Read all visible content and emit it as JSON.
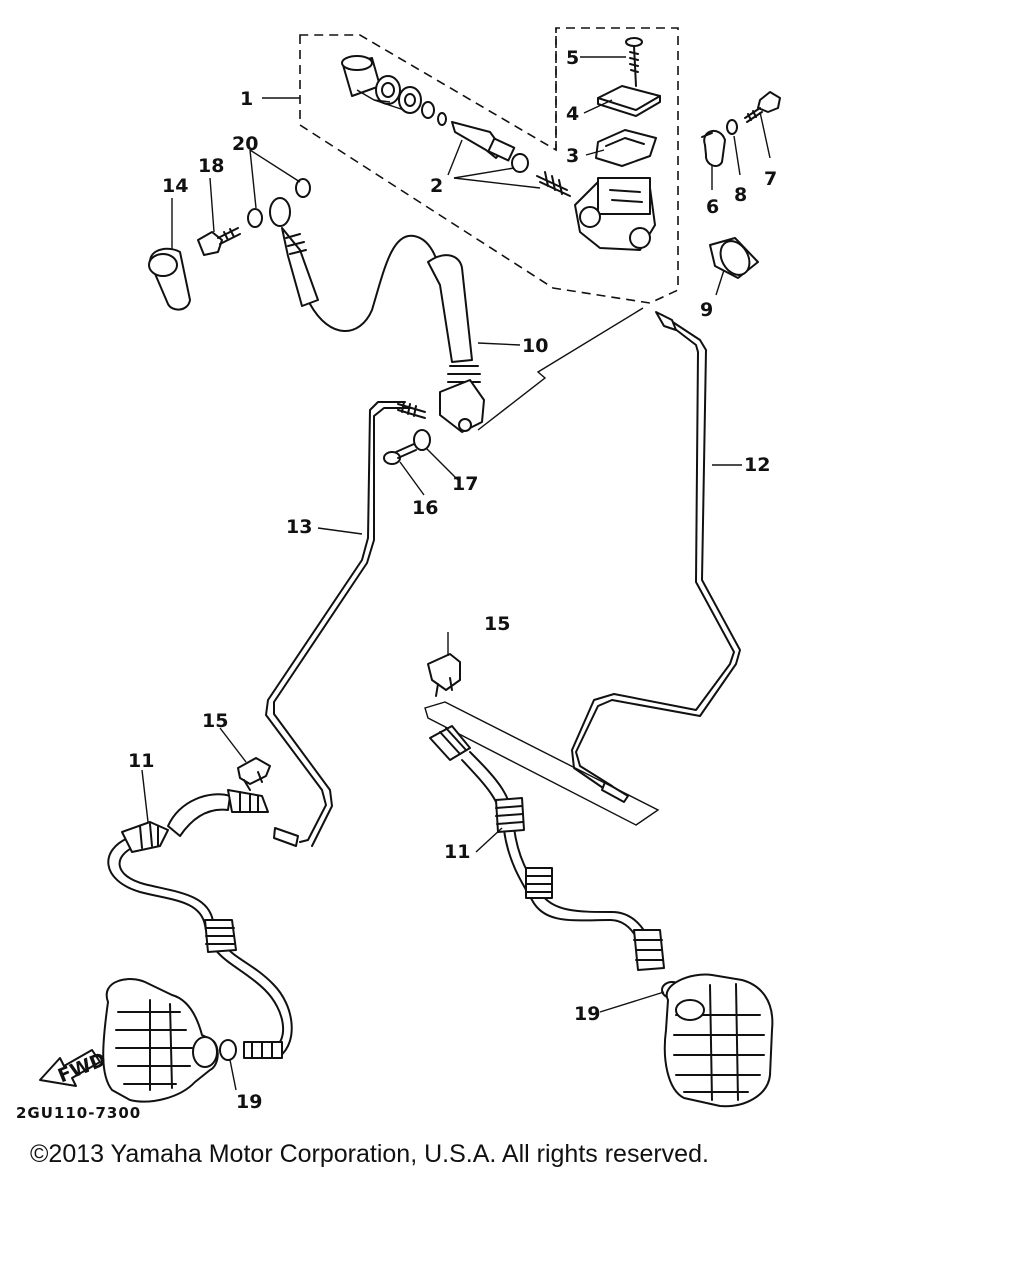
{
  "diagram": {
    "callouts": {
      "c1": "1",
      "c2": "2",
      "c3": "3",
      "c4": "4",
      "c5": "5",
      "c6": "6",
      "c7": "7",
      "c8": "8",
      "c9": "9",
      "c10": "10",
      "c11a": "11",
      "c11b": "11",
      "c12": "12",
      "c13": "13",
      "c14": "14",
      "c15a": "15",
      "c15b": "15",
      "c16": "16",
      "c17": "17",
      "c18": "18",
      "c19a": "19",
      "c19b": "19",
      "c20": "20"
    },
    "fwd_label": "FWD",
    "drawing_code": "2GU110-7300"
  },
  "footer": {
    "copyright": "©2013 Yamaha Motor Corporation, U.S.A. All rights reserved."
  }
}
